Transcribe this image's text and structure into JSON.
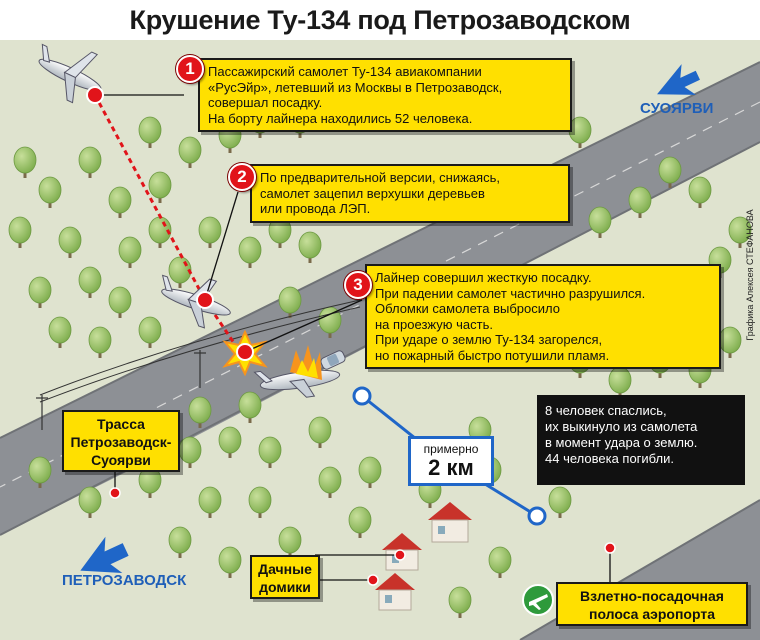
{
  "title": "Крушение Ту-134 под Петрозаводском",
  "steps": [
    {
      "number": "1",
      "lines": [
        "Пассажирский самолет Ту-134 авиакомпании",
        "«РусЭйр», летевший из Москвы в Петрозаводск,",
        "совершал посадку.",
        "На борту лайнера находились 52 человека."
      ]
    },
    {
      "number": "2",
      "lines": [
        "По предварительной версии, снижаясь,",
        "самолет зацепил верхушки деревьев",
        "или провода ЛЭП."
      ]
    },
    {
      "number": "3",
      "lines": [
        "Лайнер совершил жесткую посадку.",
        "При падении самолет частично разрушился.",
        "Обломки самолета выбросило",
        "на проезжую часть.",
        "При ударе о землю Ту-134 загорелся,",
        "но пожарный быстро потушили пламя."
      ]
    }
  ],
  "casualties": {
    "lines": [
      "8 человек спаслись,",
      "их выкинуло из самолета",
      "в момент удара о землю.",
      "44 человека погибли."
    ]
  },
  "distance": {
    "label": "примерно",
    "value": "2 км"
  },
  "road_label": {
    "lines": [
      "Трасса",
      "Петрозаводск-",
      "Суоярви"
    ]
  },
  "houses_label": {
    "lines": [
      "Дачные",
      "домики"
    ]
  },
  "runway_label": {
    "lines": [
      "Взлетно-посадочная",
      "полоса аэропорта"
    ]
  },
  "cities": {
    "northeast": "СУОЯРВИ",
    "southwest": "ПЕТРОЗАВОДСК"
  },
  "credit": "Графика Алексея СТЕФАНОВА",
  "colors": {
    "callout": "#ffe000",
    "marker": "#e1141a",
    "route": "#1f66c8",
    "road": "#8d9095",
    "tree": "#9cc26a",
    "ground": "#dfe3cf"
  }
}
